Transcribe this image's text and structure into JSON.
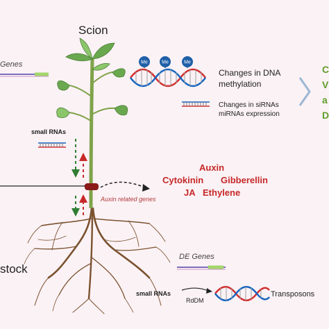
{
  "labels": {
    "scion": "Scion",
    "stock": "stock",
    "genes_top": "Genes",
    "de_genes": "DE Genes",
    "dna_methylation": "Changes in DNA methylation",
    "sirna_expression": "Changes in siRNAs miRNAs expression",
    "small_rnas_top": "small RNAs",
    "small_rnas_bottom": "small RNAs",
    "rddm": "RdDM",
    "transposons": "Transposons",
    "auxin_related_genes": "Auxin related genes",
    "me": "Me"
  },
  "hormones": {
    "auxin": "Auxin",
    "cytokinin": "Cytokinin",
    "gibberellin": "Gibberellin",
    "ja": "JA",
    "ethylene": "Ethylene"
  },
  "cut_off_right_text": [
    "C",
    "V",
    "a",
    "D"
  ],
  "colors": {
    "background": "#fbf2f5",
    "hormone_red": "#c62828",
    "right_text_green": "#5f9e2a",
    "arrow_down_green": "#2e7d32",
    "arrow_up_red": "#c62828",
    "methyl_blue": "#1e5fa8",
    "dna_red": "#d32f2f",
    "dna_blue": "#1565c0",
    "leaf_green": "#6aa84f",
    "root_brown": "#7a5230",
    "graft_union": "#8b1a1a"
  },
  "icons": [
    "methyl-group-icon",
    "dna-helix-icon",
    "rna-strand-icon",
    "chevron-right-icon",
    "graft-union-icon"
  ]
}
